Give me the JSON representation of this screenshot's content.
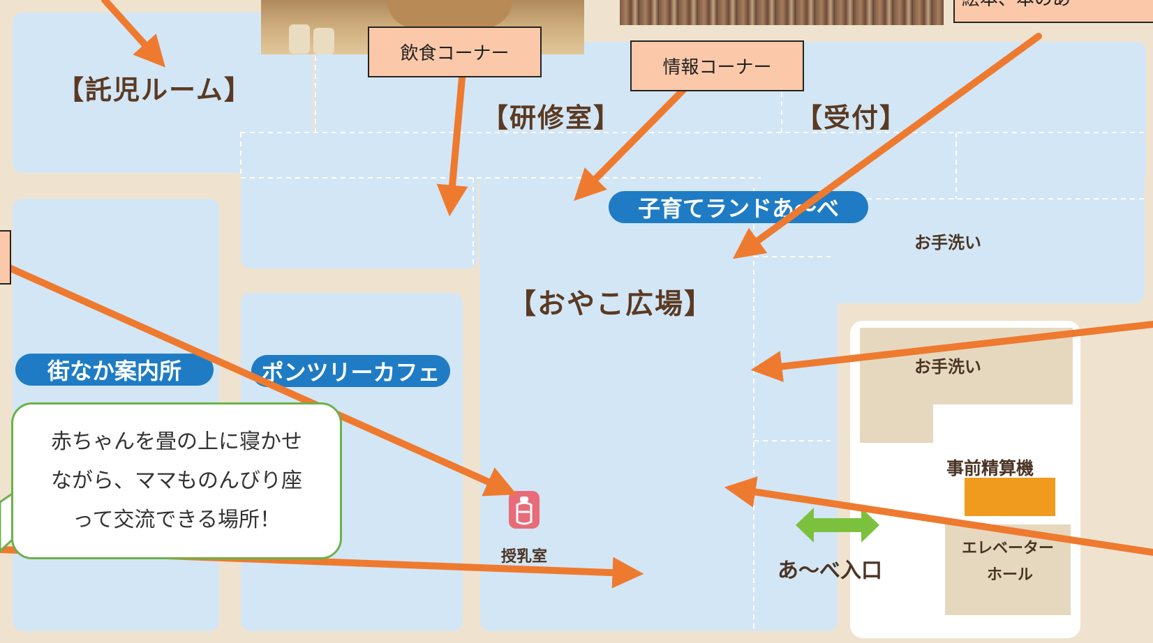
{
  "map": {
    "rooms": {
      "takuji": "【託児ルーム】",
      "kenshu": "【研修室】",
      "uketsuke": "【受付】",
      "oyako": "【おやこ広場】"
    },
    "pills": {
      "machinaka": "街なか案内所",
      "ponzuri": "ポンツリーカフェ",
      "kosodate": "子育てランドあ～べ"
    },
    "labels": {
      "tearai_1": "お手洗い",
      "tearai_2": "お手洗い",
      "seisanki": "事前精算機",
      "elevator_line1": "エレベーター",
      "elevator_line2": "ホール",
      "entrance": "あ～べ入口",
      "junyushitsu": "授乳室"
    },
    "tags": {
      "inshoku": "飲食コーナー",
      "joho": "情報コーナー",
      "partial_right": "絵本、本のあ"
    },
    "bubble": {
      "line1": "赤ちゃんを畳の上に寝かせ",
      "line2": "ながら、ママものんびり座",
      "line3": "って交流できる場所！"
    },
    "colors": {
      "floor": "#d3e6f5",
      "wall": "#efe3d0",
      "arrow": "#ee7a2f",
      "pill": "#1f7cc4",
      "tag": "#fbc9a9",
      "bubble_border": "#6bb14a",
      "seisanki_box": "#f09a1e",
      "entrance_arrow": "#7cc13e",
      "nursing_icon": "#e86b7a"
    }
  }
}
